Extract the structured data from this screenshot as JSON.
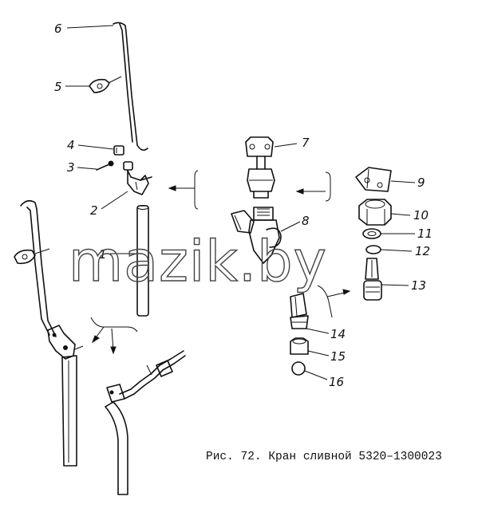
{
  "figure": {
    "caption": "Рис. 72. Кран сливной 5320–1300023",
    "watermark": "mazik.by"
  },
  "callouts": [
    {
      "id": 1,
      "label": "1"
    },
    {
      "id": 2,
      "label": "2"
    },
    {
      "id": 3,
      "label": "3"
    },
    {
      "id": 4,
      "label": "4"
    },
    {
      "id": 5,
      "label": "5"
    },
    {
      "id": 6,
      "label": "6"
    },
    {
      "id": 7,
      "label": "7"
    },
    {
      "id": 8,
      "label": "8"
    },
    {
      "id": 9,
      "label": "9"
    },
    {
      "id": 10,
      "label": "10"
    },
    {
      "id": 11,
      "label": "11"
    },
    {
      "id": 12,
      "label": "12"
    },
    {
      "id": 13,
      "label": "13"
    },
    {
      "id": 14,
      "label": "14"
    },
    {
      "id": 15,
      "label": "15"
    },
    {
      "id": 16,
      "label": "16"
    }
  ]
}
